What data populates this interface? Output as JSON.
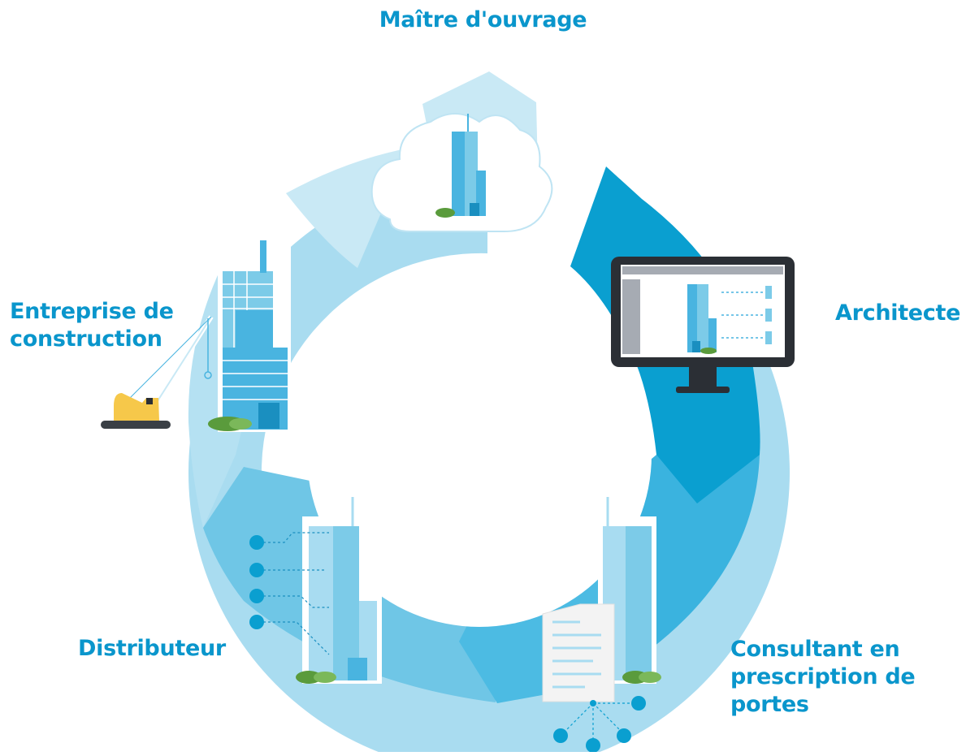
{
  "labels": {
    "owner": "Maître d'ouvrage",
    "architect": "Architecte",
    "contractor_line1": "Entreprise de",
    "contractor_line2": "construction",
    "distributor": "Distributeur",
    "consultant_line1": "Consultant en",
    "consultant_line2": "prescription de",
    "consultant_line3": "portes"
  },
  "colors": {
    "label": "#0a96cc",
    "ring_dark": "#0a9fd0",
    "ring_mid": "#3ab5e0",
    "ring_light": "#7ccbe8",
    "ring_pale": "#c6e8f4",
    "building_blue": "#49b4e0",
    "building_pale": "#a8dcf1",
    "crane_yellow": "#f6c84a",
    "bush_green": "#5a9b3c"
  },
  "icons": [
    "cloud-icon",
    "monitor-icon",
    "crane-icon",
    "document-icon"
  ]
}
